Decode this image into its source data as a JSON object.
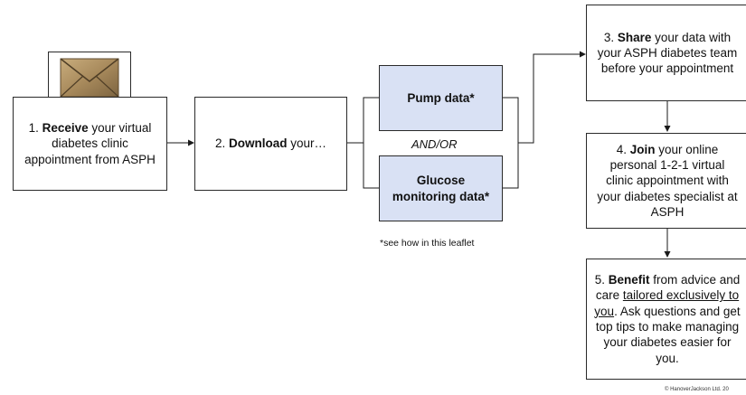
{
  "steps": {
    "receive": {
      "number": "1.",
      "verb": "Receive",
      "rest": "your virtual diabetes clinic appointment from ASPH"
    },
    "download": {
      "number": "2.",
      "verb": "Download",
      "rest": "your…"
    },
    "share": {
      "number": "3.",
      "verb": "Share",
      "rest": "your data with your ASPH diabetes team before your appointment"
    },
    "join": {
      "number": "4.",
      "verb": "Join",
      "rest": "your online personal 1-2-1 virtual clinic appointment with your diabetes specialist at ASPH"
    },
    "benefit": {
      "number": "5.",
      "verb": "Benefit",
      "rest1": "from advice and care",
      "underline": "tailored exclusively to you",
      "rest2": ". Ask questions and get top tips to make managing your diabetes easier for you."
    }
  },
  "options": {
    "pump": "Pump data*",
    "glucose": "Glucose monitoring data*",
    "connector": "AND/OR"
  },
  "footnote": "*see how in this leaflet",
  "copyright": "© HanoverJackson Ltd. 20",
  "colors": {
    "option_fill": "#d9e1f4",
    "border": "#2a2a2a",
    "envelope": "#a88a5c"
  },
  "icons": {
    "envelope": "envelope-icon"
  }
}
